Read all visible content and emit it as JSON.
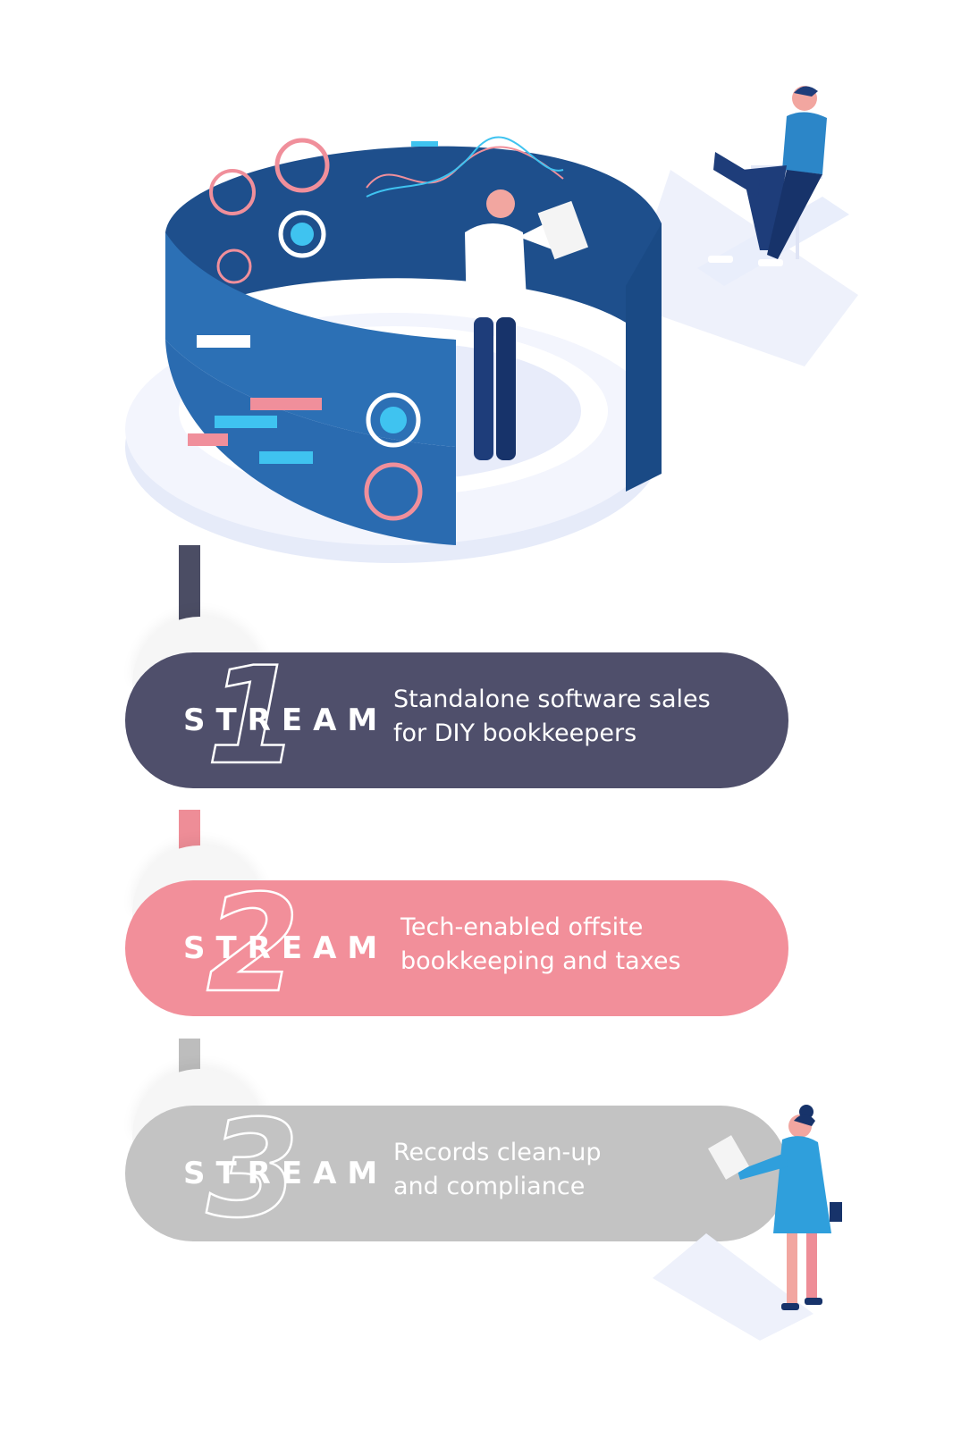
{
  "streams": [
    {
      "word": "STREAM",
      "number": "1",
      "lines": [
        "Standalone software sales",
        "for DIY bookkeepers"
      ],
      "color": "#4f4f6b"
    },
    {
      "word": "STREAM",
      "number": "2",
      "lines": [
        "Tech-enabled offsite",
        "bookkeeping and taxes"
      ],
      "color": "#f28f9a"
    },
    {
      "word": "STREAM",
      "number": "3",
      "lines": [
        "Records clean-up",
        "and compliance"
      ],
      "color": "#c3c3c3"
    }
  ],
  "palette": {
    "dashboard_blue": "#1f5fa0",
    "accent_cyan": "#3fc3f0",
    "accent_pink": "#f08f9b",
    "platform": "#e8ecfa"
  },
  "illustrations": [
    "circular-dashboard-illustration",
    "person-with-laptop-illustration",
    "woman-with-document-illustration"
  ]
}
